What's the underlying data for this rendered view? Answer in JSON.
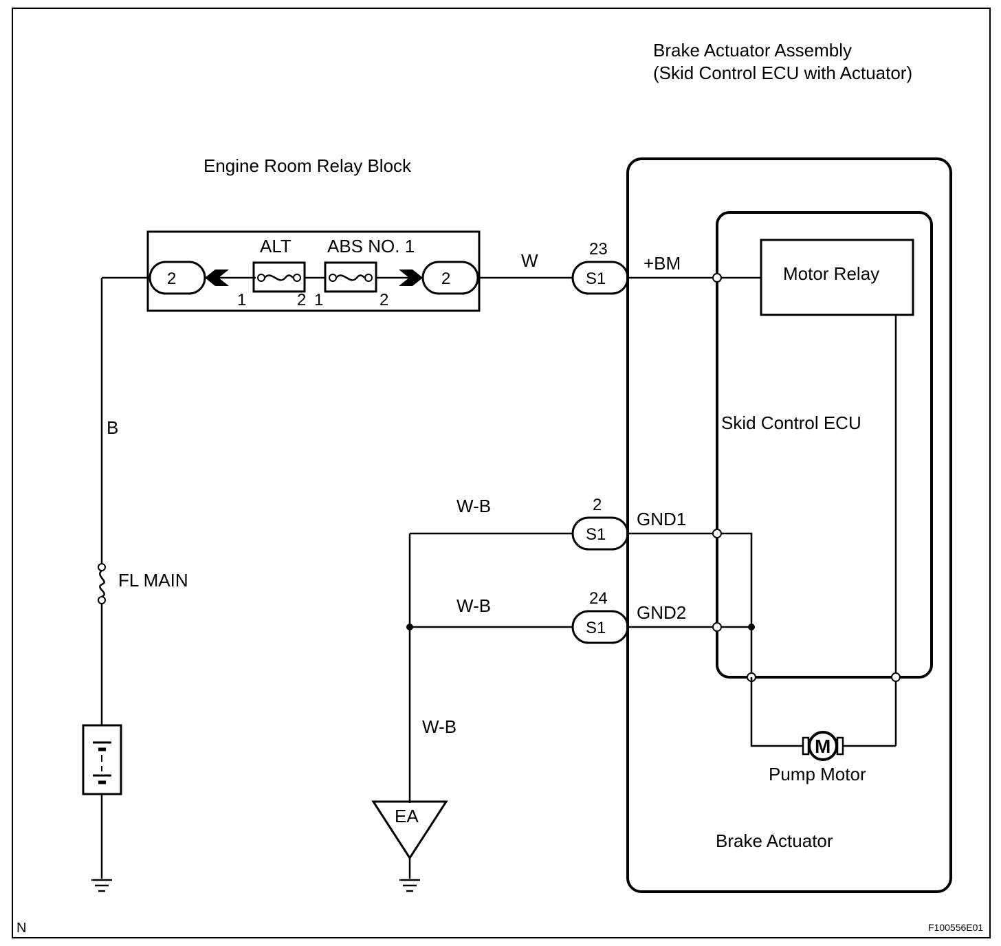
{
  "assembly": {
    "title_line1": "Brake Actuator Assembly",
    "title_line2": "(Skid Control ECU with Actuator)",
    "ecu_label": "Skid Control ECU",
    "actuator_label": "Brake Actuator",
    "motor_relay_label": "Motor Relay",
    "pump_motor_label": "Pump Motor",
    "motor_symbol": "M"
  },
  "relay_block": {
    "title": "Engine Room Relay Block",
    "left_connector_pin": "2",
    "right_connector_pin": "2",
    "fuse_alt": {
      "name": "ALT",
      "pin_in": "1",
      "pin_out": "2"
    },
    "fuse_abs": {
      "name": "ABS NO. 1",
      "pin_in": "1",
      "pin_out": "2"
    }
  },
  "wires": {
    "battery_to_block": "B",
    "block_to_s1": "W",
    "gnd1_wire": "W-B",
    "gnd2_wire": "W-B",
    "ground_wire": "W-B"
  },
  "fusible_link": {
    "label": "FL MAIN"
  },
  "ground_point": {
    "label": "EA"
  },
  "connectors": [
    {
      "pin": "23",
      "name": "S1",
      "terminal": "+BM"
    },
    {
      "pin": "2",
      "name": "S1",
      "terminal": "GND1"
    },
    {
      "pin": "24",
      "name": "S1",
      "terminal": "GND2"
    }
  ],
  "footer": {
    "left_code": "N",
    "figure_id": "F100556E01"
  }
}
